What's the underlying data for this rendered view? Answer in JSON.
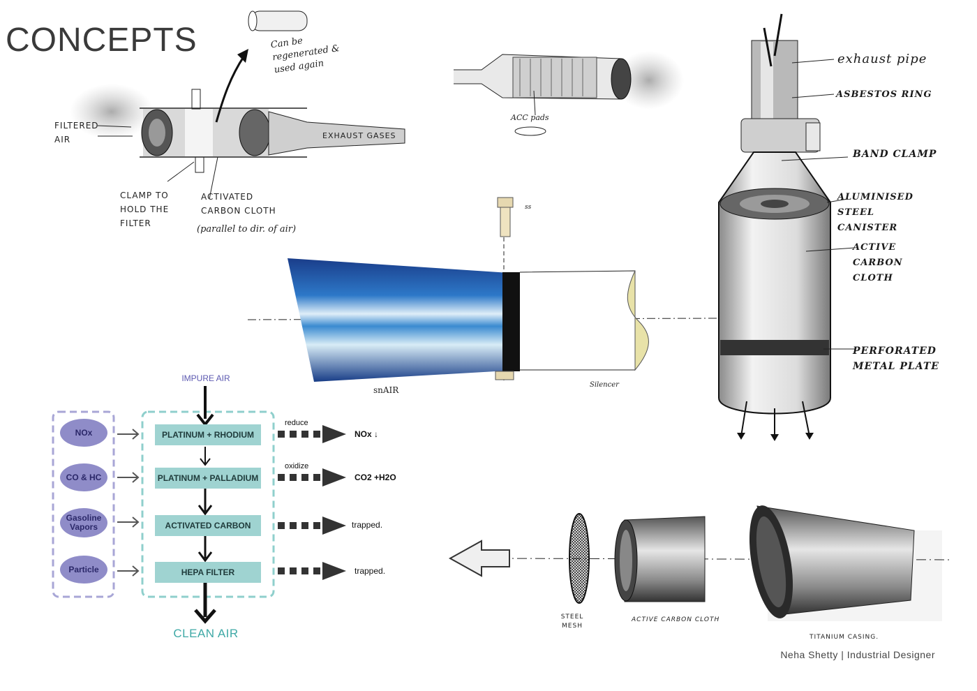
{
  "title": "CONCEPTS",
  "sketch1": {
    "regen_note": "Can be regenerated & used again",
    "filtered_air": "FILTERED AIR",
    "exhaust_gases": "EXHAUST GASES",
    "clamp": "CLAMP TO HOLD THE FILTER",
    "carbon_cloth": "ACTIVATED CARBON CLOTH",
    "parallel": "(parallel to dir. of air)"
  },
  "sketch2": {
    "acc_pads": "ACC pads"
  },
  "sketch3": {
    "snair": "snAIR",
    "silencer": "Silencer",
    "bolt_note": "ss"
  },
  "bottle": {
    "exhaust_pipe": "exhaust pipe",
    "asbestos_ring": "ASBESTOS RING",
    "band_clamp": "BAND CLAMP",
    "canister": "ALUMINISED STEEL CANISTER",
    "active_cloth": "ACTIVE CARBON CLOTH",
    "plate": "PERFORATED METAL PLATE"
  },
  "flow": {
    "impure_air": "IMPURE AIR",
    "clean_air": "CLEAN AIR",
    "inputs": [
      "NOx",
      "CO & HC",
      "Gasoline Vapors",
      "Particle"
    ],
    "steps": [
      "PLATINUM + RHODIUM",
      "PLATINUM + PALLADIUM",
      "ACTIVATED CARBON",
      "HEPA FILTER"
    ],
    "actions": [
      "reduce",
      "oxidize",
      "",
      ""
    ],
    "outputs": [
      "NOx ↓",
      "CO2 +H2O",
      "trapped.",
      "trapped."
    ],
    "colors": {
      "input_oval": "#8f8cc8",
      "step_fill": "#9fd3d1",
      "input_border": "#a8a6d6",
      "step_border": "#8fcfcc",
      "clean_air": "#3fa9a6",
      "impure_air": "#5c59b0"
    }
  },
  "exploded": {
    "steel_mesh": "STEEL MESH",
    "active_cloth": "ACTIVE CARBON CLOTH",
    "casing": "TITANIUM CASING."
  },
  "footer": "Neha Shetty | Industrial Designer"
}
